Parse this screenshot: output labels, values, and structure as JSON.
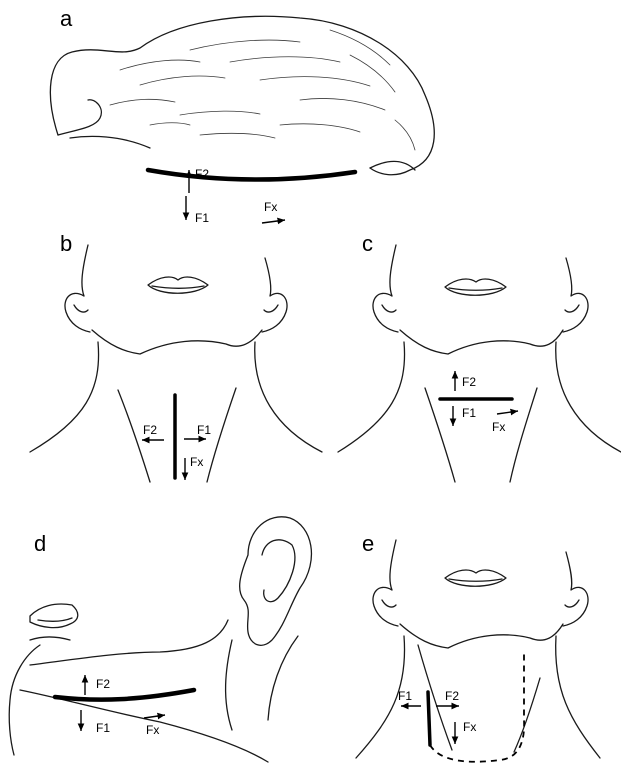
{
  "panels": {
    "a": {
      "letter": "a",
      "f1": "F1",
      "f2": "F2",
      "fx": "Fx"
    },
    "b": {
      "letter": "b",
      "f1": "F1",
      "f2": "F2",
      "fx": "Fx"
    },
    "c": {
      "letter": "c",
      "f1": "F1",
      "f2": "F2",
      "fx": "Fx"
    },
    "d": {
      "letter": "d",
      "f1": "F1",
      "f2": "F2",
      "fx": "Fx"
    },
    "e": {
      "letter": "e",
      "f1": "F1",
      "f2": "F2",
      "fx": "Fx"
    }
  }
}
